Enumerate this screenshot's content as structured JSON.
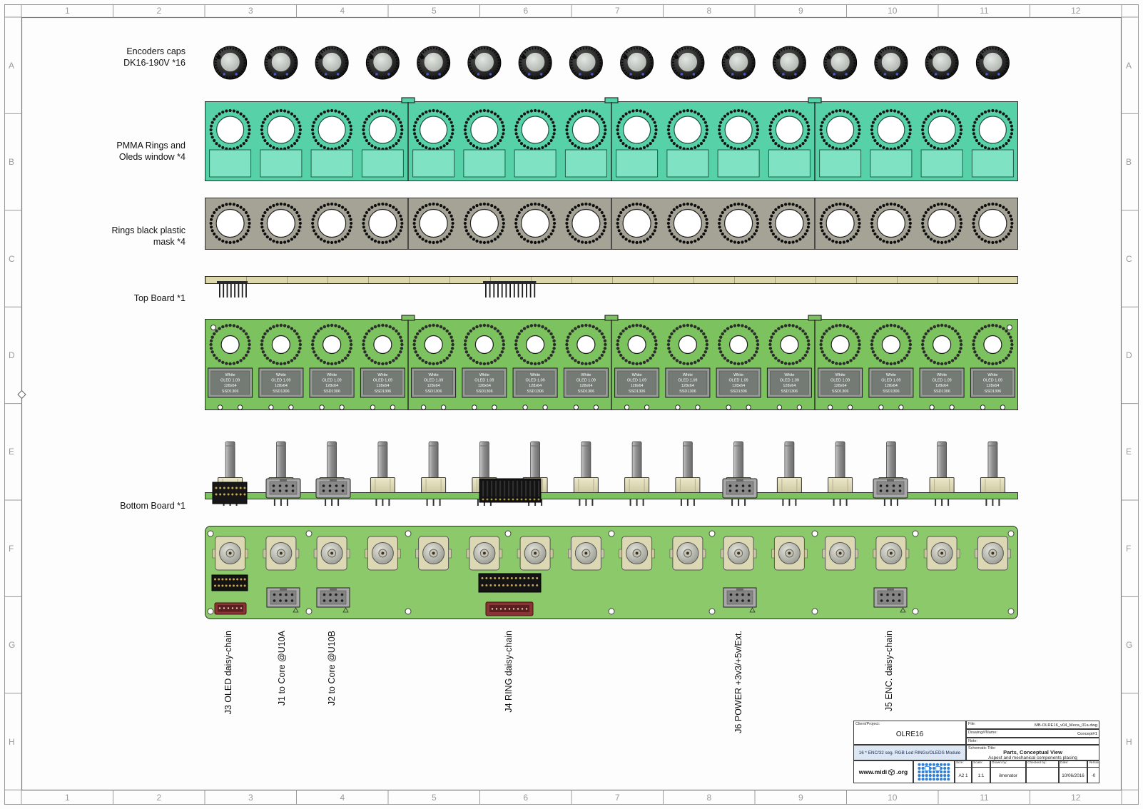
{
  "frame": {
    "h_labels": [
      "1",
      "2",
      "3",
      "4",
      "5",
      "6",
      "7",
      "8",
      "9",
      "10",
      "11",
      "12"
    ],
    "v_labels": [
      "A",
      "B",
      "C",
      "D",
      "E",
      "F",
      "G",
      "H"
    ]
  },
  "row_labels": {
    "encoders_caps": [
      "Encoders caps",
      "DK16-190V *16"
    ],
    "pmma": [
      "PMMA Rings and",
      "Oleds window *4"
    ],
    "mask": [
      "Rings black plastic",
      "mask *4"
    ],
    "top_board": "Top Board *1",
    "bottom_board": "Bottom Board *1"
  },
  "connector_labels": [
    "J3 OLED daisy-chain",
    "J1 to Core @U10A",
    "J2 to Core @U10B",
    "J4 RING daisy-chain",
    "J6 POWER +3v3/+5v/Ext.",
    "J5 ENC. daisy-chain"
  ],
  "oled_module_lines": [
    "White",
    "OLED 1.09",
    "128x64",
    "SSD1306"
  ],
  "title_block": {
    "client_label": "Client/Project:",
    "project": "OLRE16",
    "description": "16 * ENC/32 seg. RGB Led RINGs/OLEDS Module",
    "file_label": "File:",
    "file": "MB-OLRE16_v04_Meca_01a.dwg",
    "drawing_label": "Drawing#/Name:",
    "drawing": "Concept#1",
    "note_label": "Note:",
    "schematic_label": "Schematic Title:",
    "title_line1": "Parts, Conceptual View",
    "title_line2": "Aspect and mechanical components placing",
    "website_prefix": "www.midi",
    "website_suffix": ".org",
    "size_label": "Size:",
    "size": "A2 1",
    "scale_label": "Scale:",
    "scale": "1:1",
    "drawn_label": "Drawn by:",
    "drawn": "ilmenator",
    "checked_label": "Checked by:",
    "checked": "",
    "date_label": "Date:",
    "date": "10/06/2016",
    "version_label": "Version:",
    "version": "-0"
  },
  "colors": {
    "pmma": "#57d2a8",
    "pmma_window": "#7fe2c2",
    "mask": "#a5a396",
    "pcb_top": "#7cc25e",
    "pcb_bottom": "#8cc96a",
    "board_edge_strip": "#ddd8ab",
    "connector_red": "#8a3434",
    "logo_blue": "#2f7fd6",
    "oled_gray": "#959b95"
  }
}
